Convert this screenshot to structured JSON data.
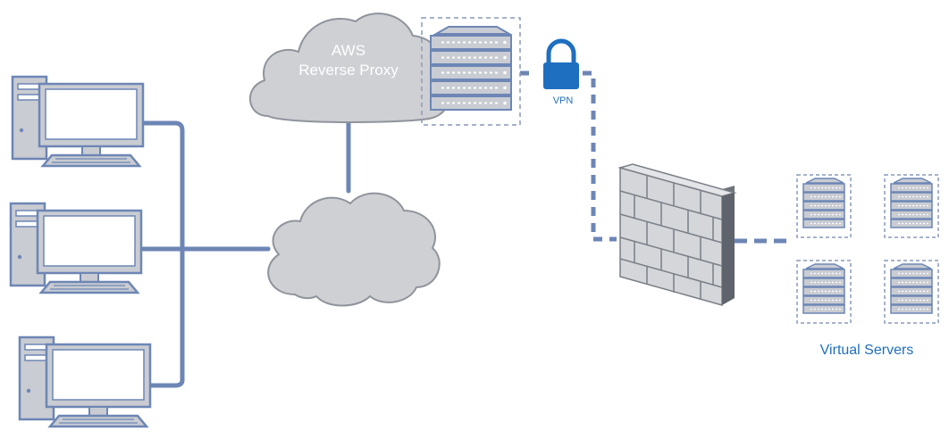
{
  "labels": {
    "cloud_title_line1": "AWS",
    "cloud_title_line2": "Reverse Proxy",
    "vpn": "VPN",
    "virtual_servers": "Virtual Servers"
  },
  "colors": {
    "link": "#6d86b5",
    "lock": "#1f6fc0",
    "label_blue": "#1f6fc0",
    "cloud_fill": "#cfd0d4",
    "cloud_stroke": "#8f949c",
    "server_fill": "#c9ccd2",
    "monitor_screen": "#ffffff",
    "wall_brick": "#d4d6da",
    "wall_side": "#6f747c"
  },
  "icons": {
    "workstation": "desktop-computer-icon",
    "cloud": "cloud-icon",
    "server": "server-rack-icon",
    "lock": "padlock-icon",
    "firewall": "firewall-brick-wall-icon"
  }
}
